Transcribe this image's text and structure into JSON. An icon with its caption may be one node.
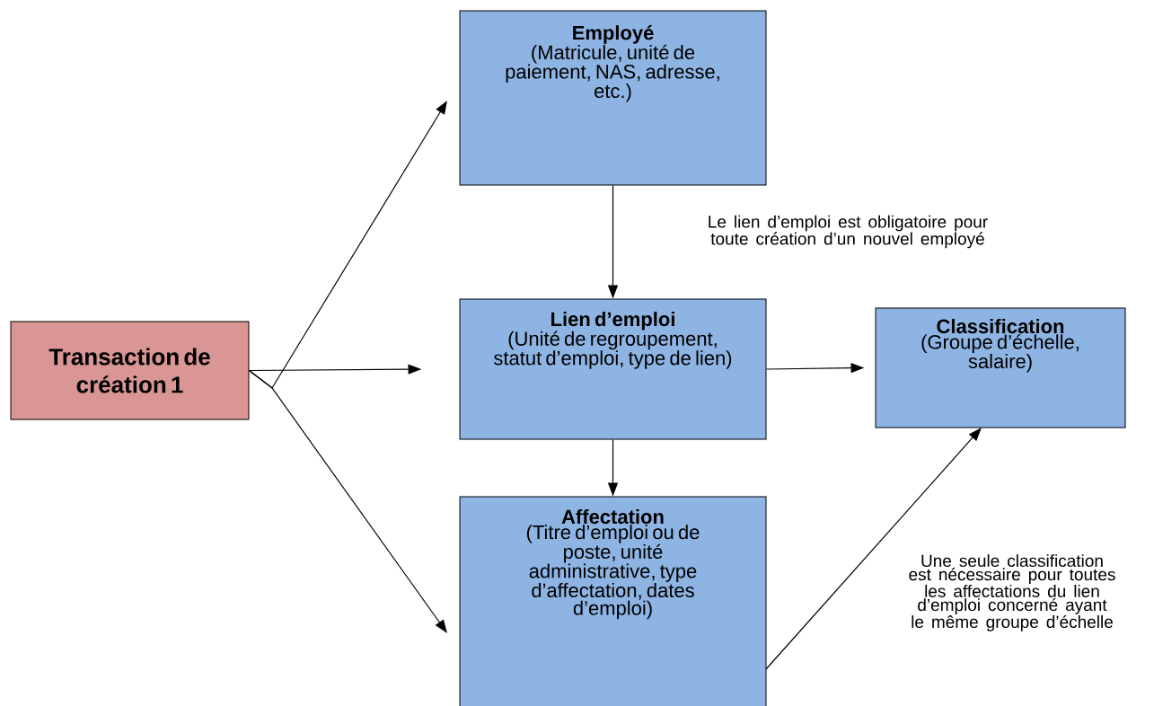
{
  "diagram": {
    "nodes": [
      {
        "text": [
          "Transaction de création 1"
        ]
      },
      {
        "text": [
          "Employé",
          "(Matricule, unité de paiement, NAS, adresse, etc.)"
        ]
      },
      {
        "text": [
          "Lien d’emploi",
          "(Unité de regroupement, statut d’emploi, type de lien)"
        ]
      },
      {
        "text": [
          "Classification",
          "(Groupe d’échelle, salaire)"
        ]
      },
      {
        "text": [
          "Affectation",
          "(Titre d’emploi ou de poste, unité administrative, type d’affectation, dates d’emploi)"
        ]
      }
    ],
    "edges": [
      {
        "from": 0,
        "to": 1,
        "arrow": "to"
      },
      {
        "from": 0,
        "to": 2,
        "arrow": "to"
      },
      {
        "from": 0,
        "to": 4,
        "arrow": "to"
      },
      {
        "from": 1,
        "to": 2,
        "arrow": "to"
      },
      {
        "from": 2,
        "to": 3,
        "arrow": "to"
      },
      {
        "from": 2,
        "to": 4,
        "arrow": "to"
      },
      {
        "from": 4,
        "to": 3,
        "arrow": "to"
      }
    ],
    "labels": [
      "Le lien d’emploi est obligatoire pour toute création d’un nouvel employé",
      "Une seule classification est nécessaire pour toutes les affectations du lien d’emploi concerné ayant le même groupe d’échelle"
    ]
  }
}
